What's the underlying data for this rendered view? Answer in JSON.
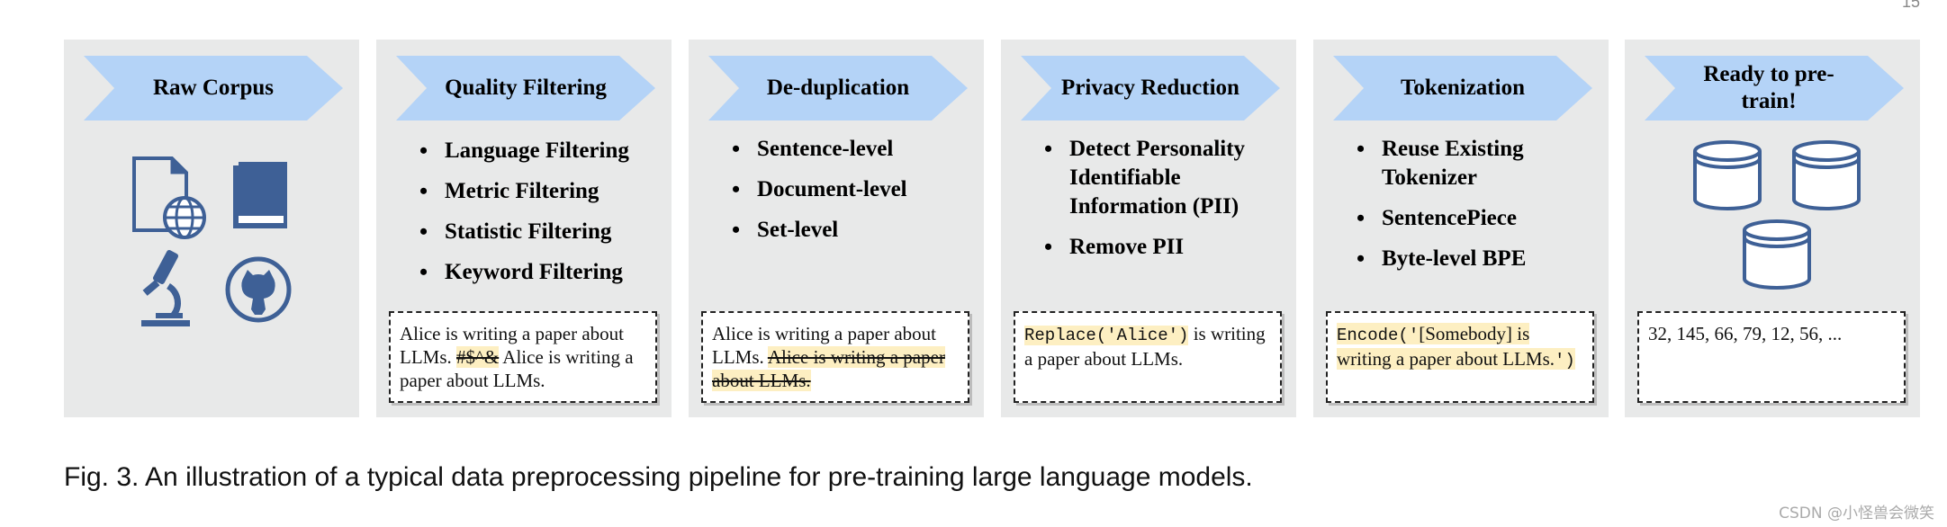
{
  "colors": {
    "panel_bg": "#e8e9e9",
    "chevron": "#b4d3f7",
    "icon": "#3e6096",
    "highlight": "#fdefc2"
  },
  "corner_text": "15",
  "stages": [
    {
      "title": "Raw Corpus",
      "icons": [
        "web-document-icon",
        "book-icon",
        "microscope-icon",
        "github-icon"
      ]
    },
    {
      "title": "Quality Filtering",
      "bullets": [
        "Language Filtering",
        "Metric Filtering",
        "Statistic Filtering",
        "Keyword Filtering"
      ],
      "example": {
        "part1": "Alice is writing a paper about LLMs. ",
        "struck": "#$^&",
        "part2": " Alice is writing a paper about LLMs."
      }
    },
    {
      "title": "De-duplication",
      "bullets": [
        "Sentence-level",
        "Document-level",
        "Set-level"
      ],
      "example": {
        "part1": "Alice is writing a paper about LLMs. ",
        "struck": "Alice is writing a paper about LLMs."
      }
    },
    {
      "title": "Privacy Reduction",
      "bullets": [
        "Detect Personality Identifiable Information (PII)",
        "Remove PII"
      ],
      "example": {
        "code": "Replace('Alice')",
        "text": " is writing a paper about LLMs."
      }
    },
    {
      "title": "Tokenization",
      "bullets": [
        "Reuse Existing Tokenizer",
        "SentencePiece",
        "Byte-level BPE"
      ],
      "example": {
        "code_open": "Encode('",
        "text": "[Somebody] is writing a paper about LLMs.",
        "code_close": "')"
      }
    },
    {
      "title": "Ready to pre-train!",
      "icons": [
        "database-icon",
        "database-icon",
        "database-icon"
      ],
      "example": {
        "text": "32, 145, 66, 79, 12, 56, ..."
      }
    }
  ],
  "caption": "Fig. 3. An illustration of a typical data preprocessing pipeline for pre-training large language models.",
  "watermark": "CSDN @小怪兽会微笑"
}
